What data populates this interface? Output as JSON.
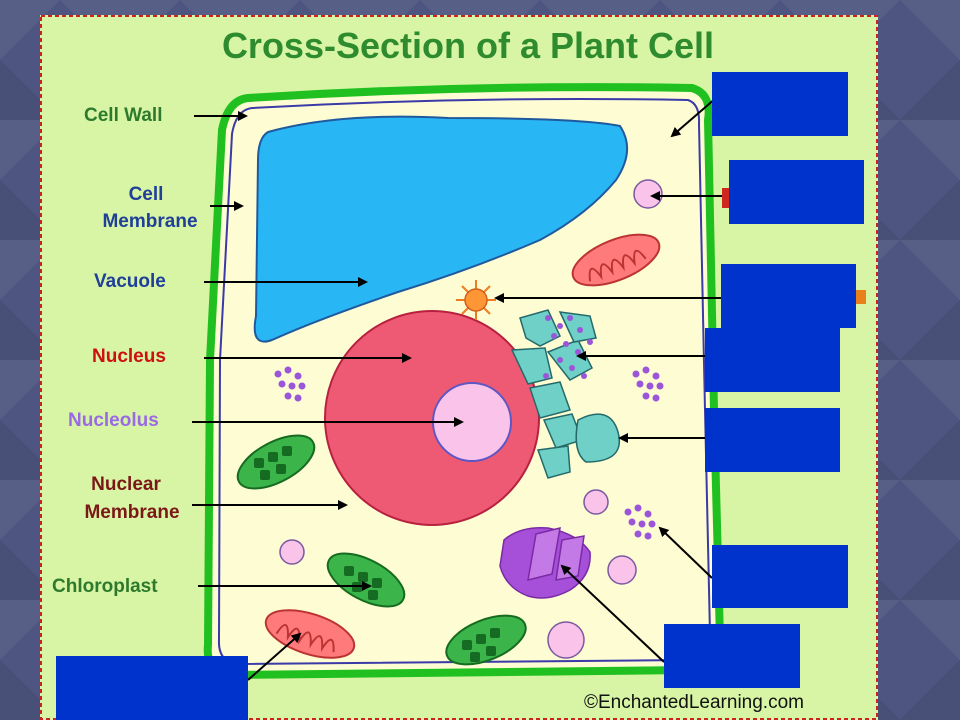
{
  "title": "Cross-Section of a Plant Cell",
  "labels": {
    "cell_wall": "Cell Wall",
    "cell_membrane_1": "Cell",
    "cell_membrane_2": "Membrane",
    "vacuole": "Vacuole",
    "nucleus": "Nucleus",
    "nucleolus": "Nucleolus",
    "nuclear_membrane_1": "Nuclear",
    "nuclear_membrane_2": "Membrane",
    "chloroplast": "Chloroplast"
  },
  "credit": "©EnchantedLearning.com",
  "colors": {
    "cell_border": "#21c021",
    "cell_fill": "#fdfcd2",
    "vacuole": "#29b6f5",
    "nucleus": "#ee5a73",
    "nucleolus": "#f9c3ea",
    "panel": "#d8f5a5",
    "label_green": "#2d7a2d",
    "label_blue": "#1f3f99",
    "label_red": "#cc1111",
    "label_purple": "#9a6ae6",
    "label_maroon": "#7a1818",
    "cover_box": "#0033cc"
  },
  "icons": [
    "arrow-icon",
    "mitochondrion-icon",
    "chloroplast-icon",
    "centrosome-icon",
    "golgi-icon",
    "ribosome-cluster-icon"
  ]
}
